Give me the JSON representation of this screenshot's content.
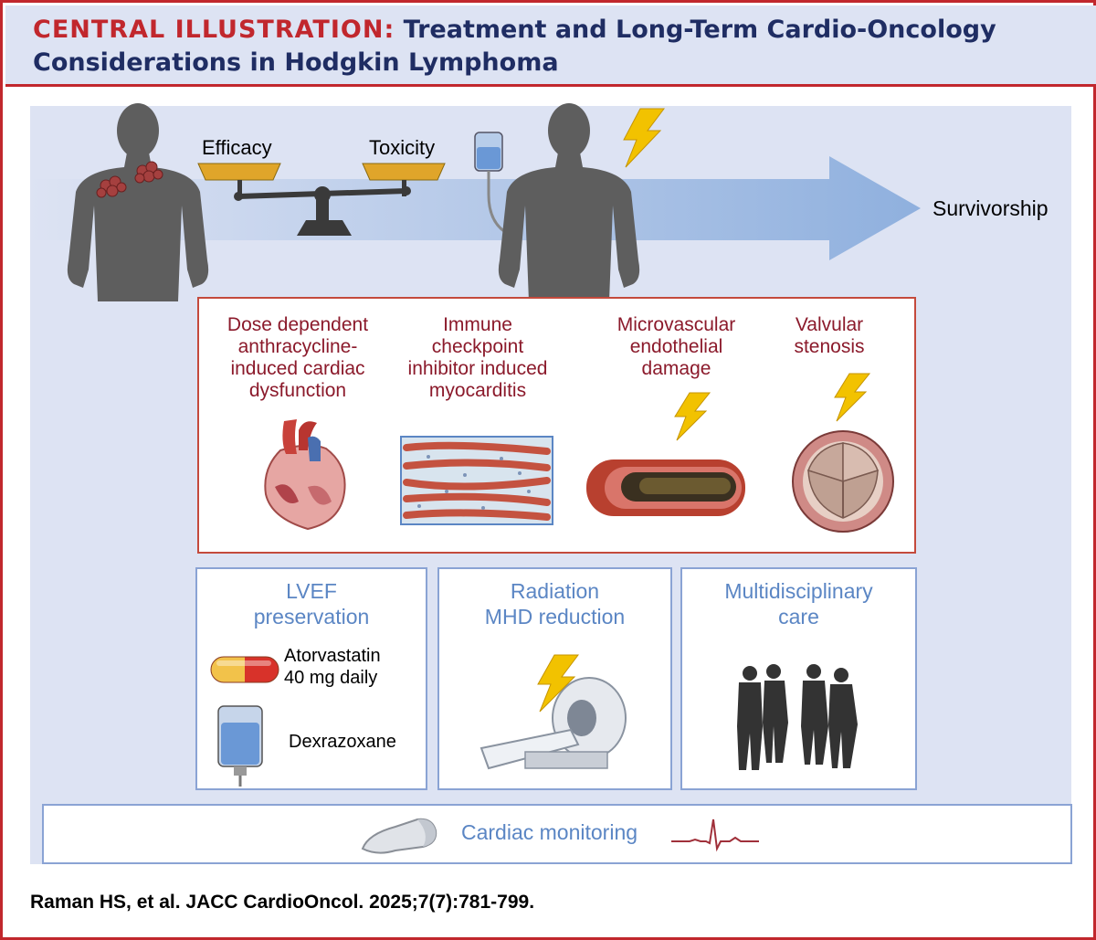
{
  "header": {
    "label": "CENTRAL ILLUSTRATION:",
    "title_line1": "Treatment and Long-Term Cardio-Oncology",
    "title_line2": "Considerations in Hodgkin Lymphoma"
  },
  "timeline": {
    "efficacy": "Efficacy",
    "toxicity": "Toxicity",
    "survivorship": "Survivorship"
  },
  "risks": [
    {
      "line1": "Dose dependent",
      "line2": "anthracycline-",
      "line3": "induced cardiac",
      "line4": "dysfunction"
    },
    {
      "line1": "Immune",
      "line2": "checkpoint",
      "line3": "inhibitor induced",
      "line4": "myocarditis"
    },
    {
      "line1": "Microvascular",
      "line2": "endothelial",
      "line3": "damage"
    },
    {
      "line1": "Valvular",
      "line2": "stenosis"
    }
  ],
  "management": {
    "lvef": {
      "title1": "LVEF",
      "title2": "preservation",
      "drug1_line1": "Atorvastatin",
      "drug1_line2": "40 mg daily",
      "drug2": "Dexrazoxane"
    },
    "radiation": {
      "title1": "Radiation",
      "title2": "MHD reduction"
    },
    "multidisciplinary": {
      "title1": "Multidisciplinary",
      "title2": "care"
    }
  },
  "monitoring": {
    "label": "Cardiac monitoring"
  },
  "citation": "Raman HS, et al. JACC CardioOncol. 2025;7(7):781-799.",
  "colors": {
    "accent_red": "#c1272d",
    "navy": "#1f2d63",
    "panel_blue": "#dde3f3",
    "box_blue": "#8aa3d4",
    "risk_red": "#8b1a2b"
  }
}
